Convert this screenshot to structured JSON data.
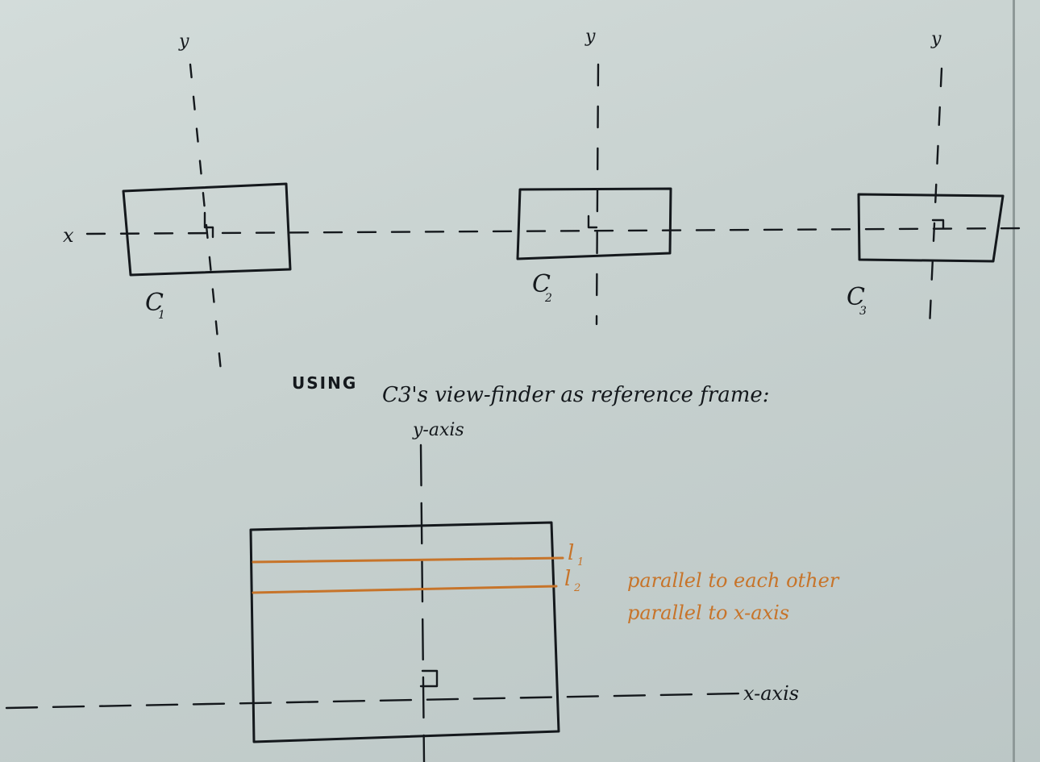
{
  "cameras": [
    {
      "label": "C",
      "subscript": "1",
      "y_axis_label": "y",
      "x_axis_label": "x"
    },
    {
      "label": "C",
      "subscript": "2",
      "y_axis_label": "y"
    },
    {
      "label": "C",
      "subscript": "3",
      "y_axis_label": "y"
    }
  ],
  "heading": {
    "part1": "USING",
    "part2": "C3's view-finder as reference frame:"
  },
  "reference_frame": {
    "y_axis_label": "y-axis",
    "x_axis_label": "x-axis",
    "lines": [
      {
        "label": "l",
        "subscript": "1"
      },
      {
        "label": "l",
        "subscript": "2"
      }
    ]
  },
  "annotation": {
    "line1": "parallel to each other",
    "line2": "parallel to x-axis"
  },
  "colors": {
    "ink": "#14181c",
    "marker_orange": "#c7742a",
    "board": "#c9d3d2"
  }
}
